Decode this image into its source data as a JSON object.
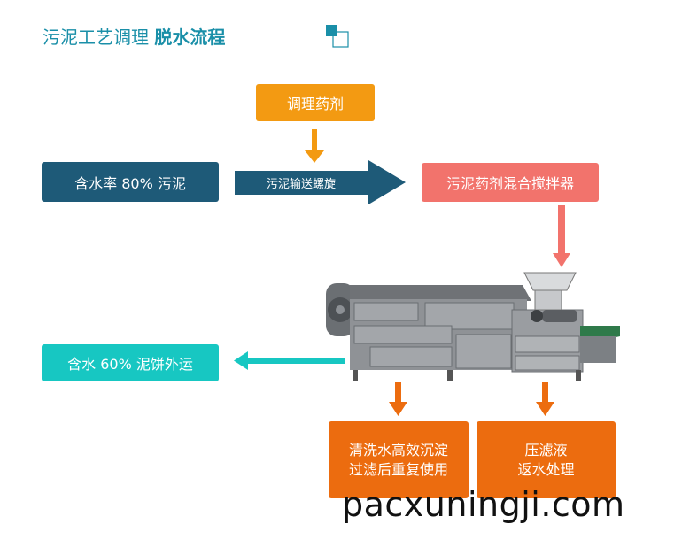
{
  "header": {
    "title_prefix": "污泥工艺调理",
    "title_bold": "脱水流程"
  },
  "nodes": {
    "source": "含水率 80% 污泥",
    "conditioning_agent": "调理药剂",
    "conveyor": "污泥输送螺旋",
    "mixer": "污泥药剂混合搅拌器",
    "cake_output": "含水 60% 泥饼外运",
    "wash_water_line1": "清洗水高效沉淀",
    "wash_water_line2": "过滤后重复使用",
    "filtrate_line1": "压滤液",
    "filtrate_line2": "返水处理"
  },
  "watermark": "pacxuningji.com",
  "colors": {
    "title": "#1a8fa8",
    "source": "#1e5a78",
    "agent": "#f39a12",
    "mixer": "#f2736c",
    "cake": "#17c7c2",
    "output": "#ec6c0f"
  }
}
